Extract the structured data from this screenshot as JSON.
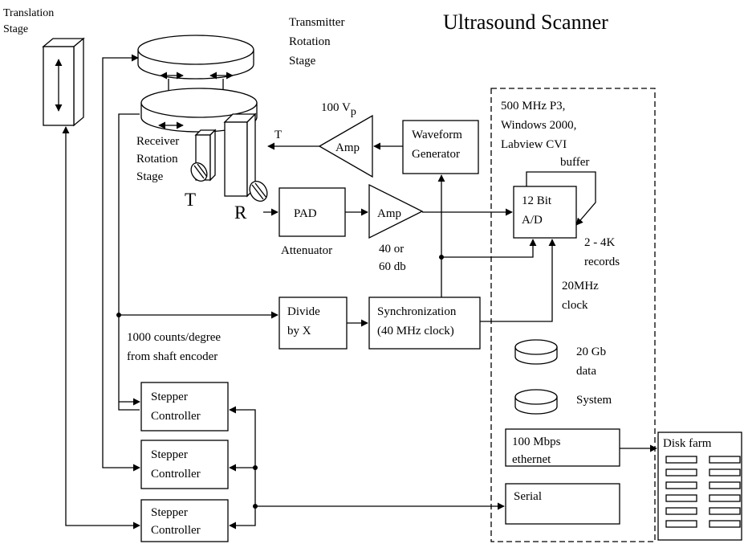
{
  "title": "Ultrasound Scanner",
  "stages": {
    "translation_line1": "Translation",
    "translation_line2": "Stage",
    "transmitter_line1": "Transmitter",
    "transmitter_line2": "Rotation",
    "transmitter_line3": "Stage",
    "receiver_line1": "Receiver",
    "receiver_line2": "Rotation",
    "receiver_line3": "Stage",
    "t_big": "T",
    "r_big": "R"
  },
  "amp_top": {
    "voltage_base": "100 V",
    "voltage_sub": "p",
    "label": "Amp",
    "output": "T"
  },
  "waveform": {
    "line1": "Waveform",
    "line2": "Generator"
  },
  "pad": {
    "label": "PAD",
    "caption": "Attenuator"
  },
  "amp2": {
    "label": "Amp",
    "gain_line1": "40 or",
    "gain_line2": "60 db"
  },
  "computer": {
    "line1": "500 MHz P3,",
    "line2": "Windows 2000,",
    "line3": "Labview CVI"
  },
  "adc": {
    "line1": "12 Bit",
    "line2": "A/D",
    "buffer": "buffer",
    "records_line1": "2 - 4K",
    "records_line2": "records",
    "clock_line1": "20MHz",
    "clock_line2": "clock"
  },
  "divide": {
    "line1": "Divide",
    "line2": "by X"
  },
  "sync": {
    "line1": "Synchronization",
    "line2": "(40 MHz clock)"
  },
  "encoder": {
    "line1": "1000 counts/degree",
    "line2": "from shaft encoder"
  },
  "disk": {
    "data_line1": "20 Gb",
    "data_line2": "data",
    "system": "System"
  },
  "ethernet": {
    "line1": "100 Mbps",
    "line2": "ethernet"
  },
  "serial": {
    "label": "Serial"
  },
  "disk_farm": {
    "label": "Disk farm"
  },
  "stepper": [
    {
      "line1": "Stepper",
      "line2": "Controller"
    },
    {
      "line1": "Stepper",
      "line2": "Controller"
    },
    {
      "line1": "Stepper",
      "line2": "Controller"
    }
  ]
}
